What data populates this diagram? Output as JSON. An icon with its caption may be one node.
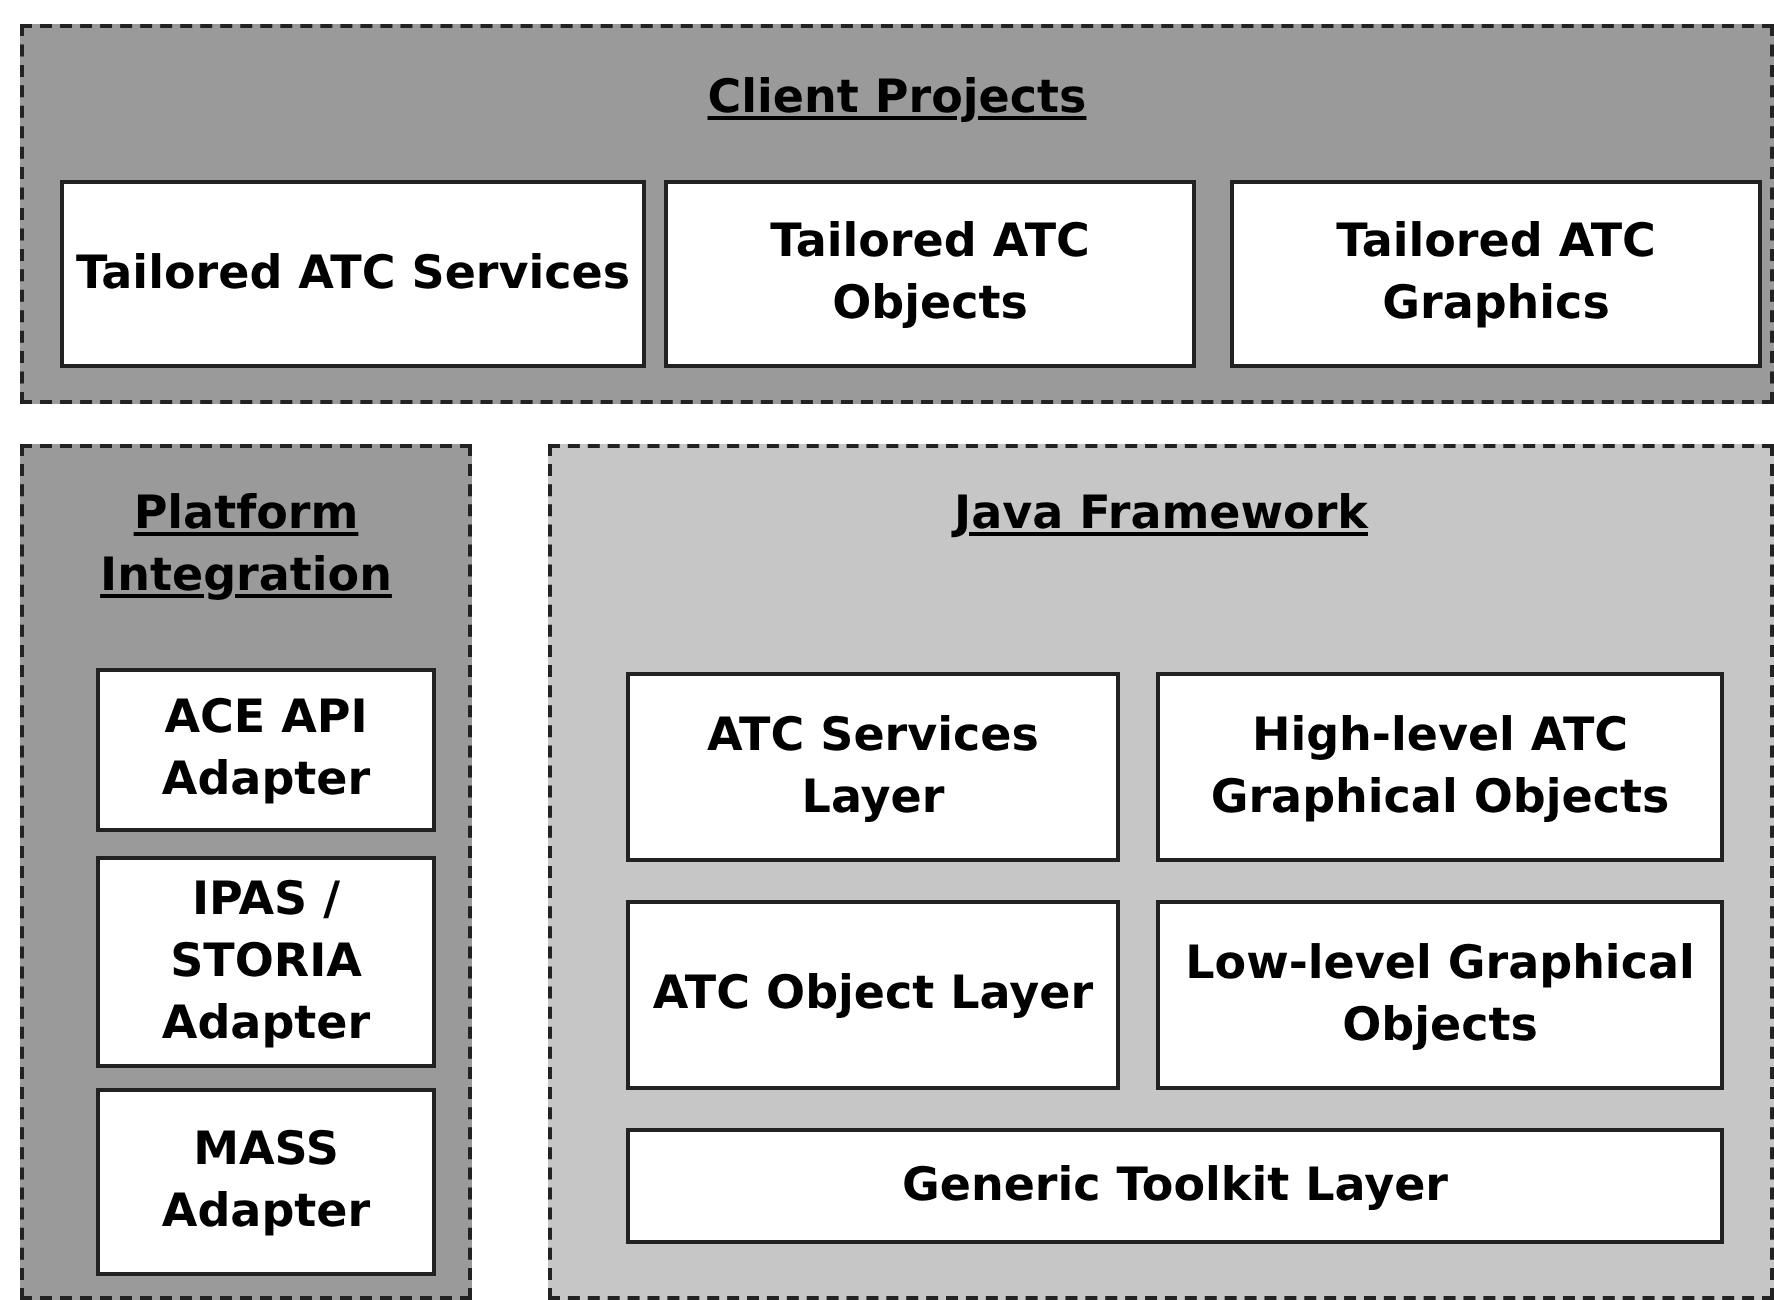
{
  "diagram": {
    "nodes": [
      {
        "text": [
          "Client Projects"
        ]
      },
      {
        "text": [
          "Tailored ATC Services"
        ],
        "in": 0
      },
      {
        "text": [
          "Tailored ATC Objects"
        ],
        "in": 0
      },
      {
        "text": [
          "Tailored ATC Graphics"
        ],
        "in": 0
      },
      {
        "text": [
          "Platform Integration"
        ]
      },
      {
        "text": [
          "ACE API Adapter"
        ],
        "in": 4
      },
      {
        "text": [
          "IPAS / STORIA Adapter"
        ],
        "in": 4
      },
      {
        "text": [
          "MASS Adapter"
        ],
        "in": 4
      },
      {
        "text": [
          "Java Framework"
        ]
      },
      {
        "text": [
          "ATC Services Layer"
        ],
        "in": 8
      },
      {
        "text": [
          "High-level ATC Graphical Objects"
        ],
        "in": 8
      },
      {
        "text": [
          "ATC Object Layer"
        ],
        "in": 8
      },
      {
        "text": [
          "Low-level Graphical Objects"
        ],
        "in": 8
      },
      {
        "text": [
          "Generic Toolkit Layer"
        ],
        "in": 8
      }
    ]
  }
}
